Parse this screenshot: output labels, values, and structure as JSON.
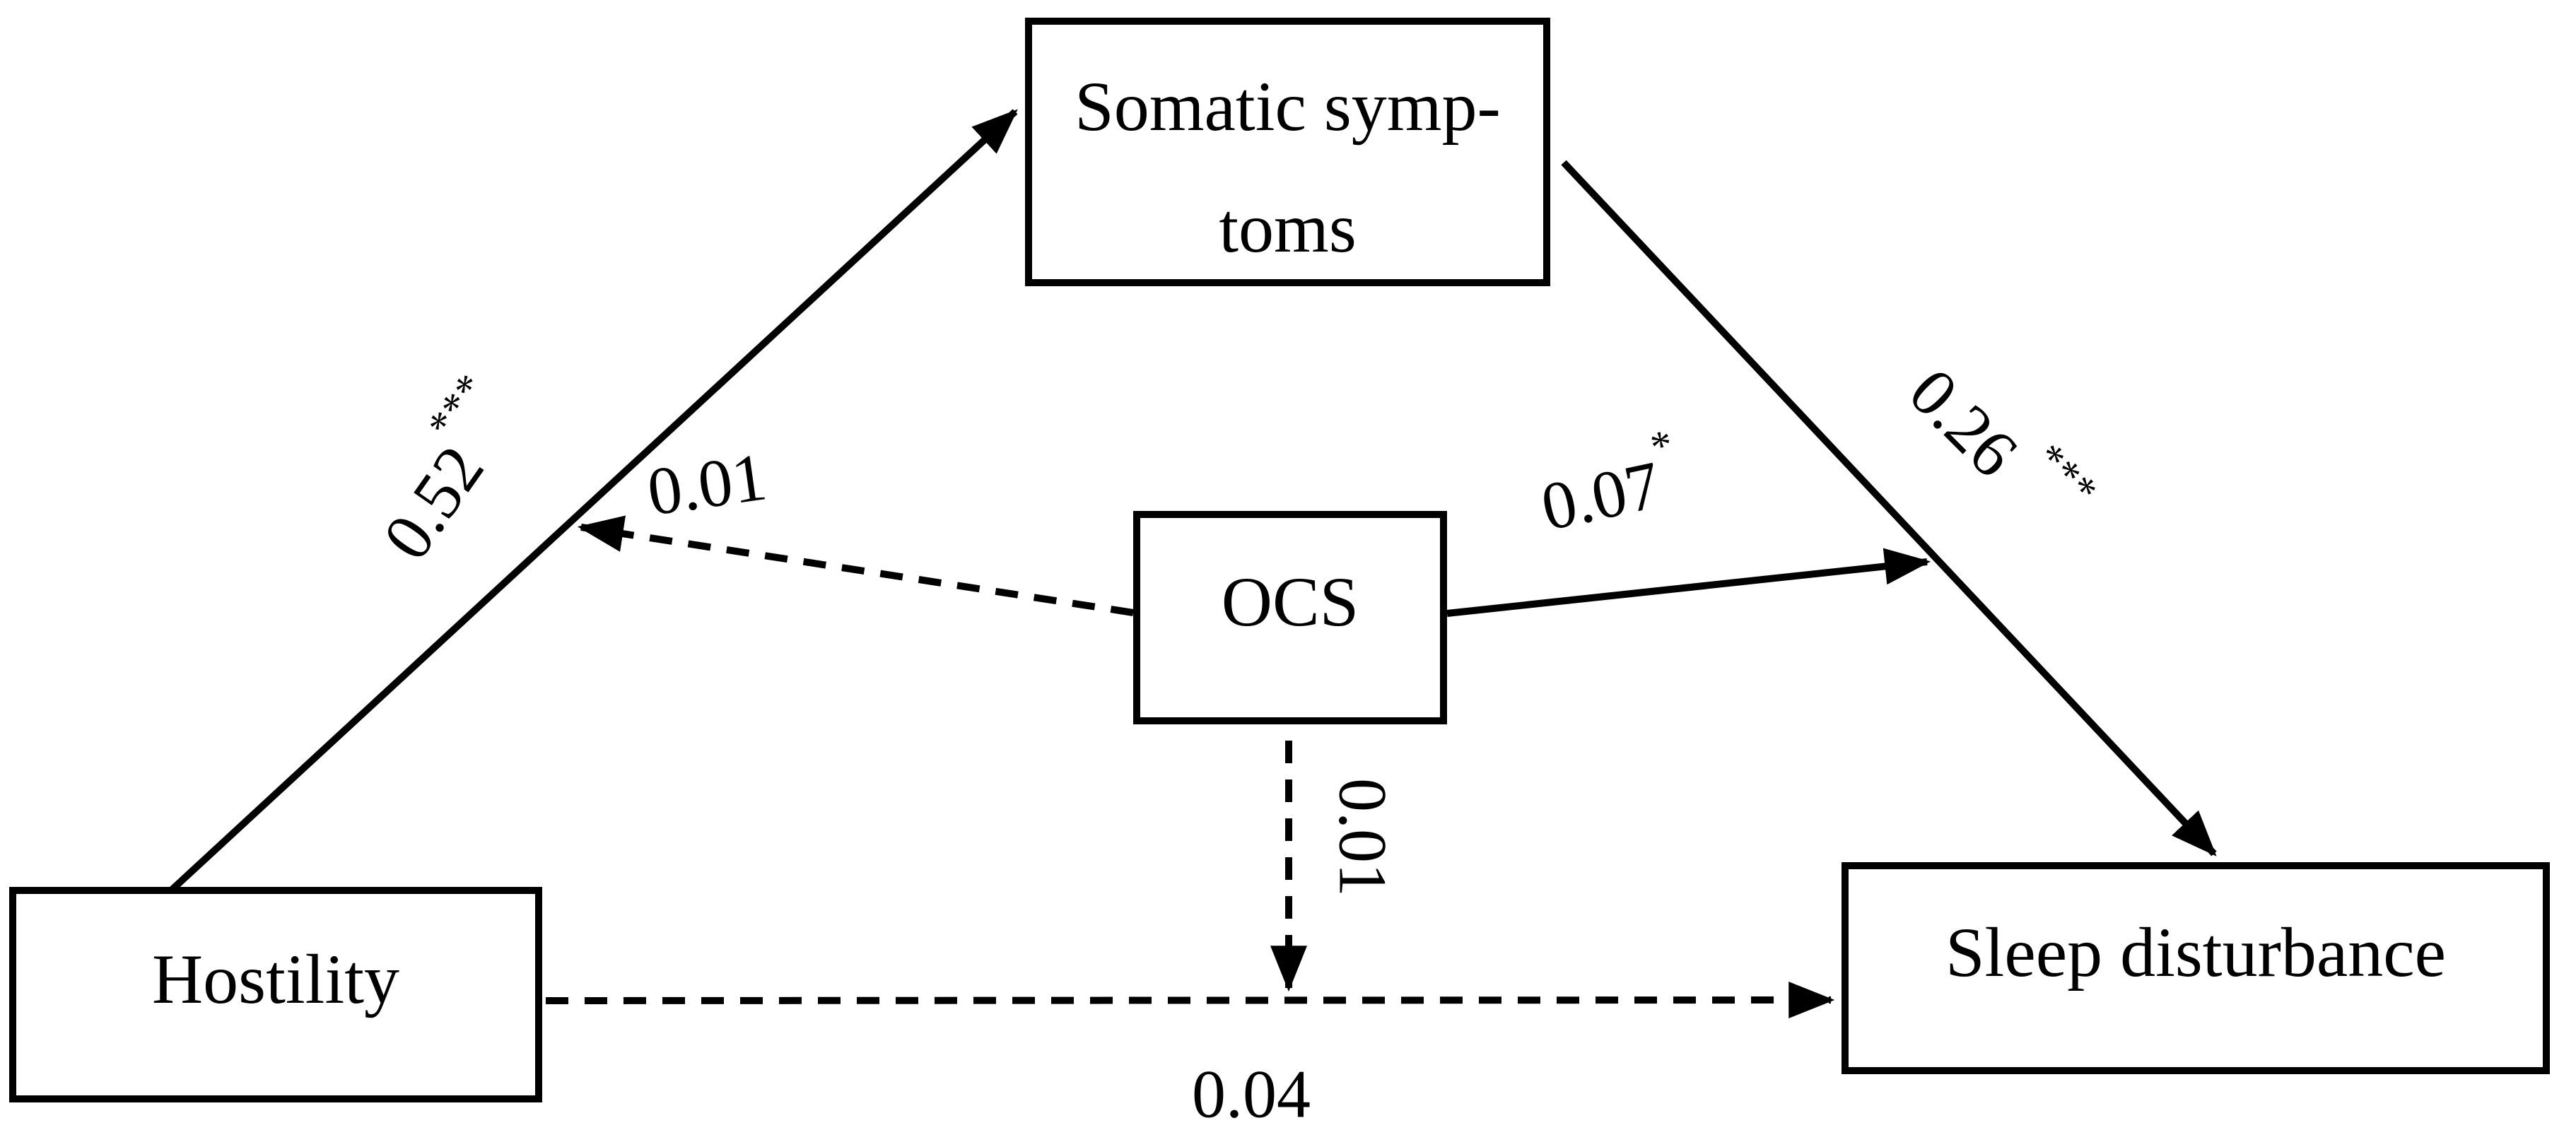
{
  "diagram": {
    "type": "path-model",
    "colors": {
      "line": "#000000",
      "background": "#ffffff",
      "box_fill": "#ffffff",
      "text": "#000000"
    },
    "boxes": {
      "somatic": {
        "label_line1": "Somatic symp-",
        "label_line2": "toms"
      },
      "ocs": {
        "label": "OCS"
      },
      "hostility": {
        "label": "Hostility"
      },
      "sleep": {
        "label": "Sleep disturbance"
      }
    },
    "paths": [
      {
        "id": "hostility-to-somatic",
        "value": "0.52",
        "sig": "***",
        "line_style": "solid"
      },
      {
        "id": "somatic-to-sleep",
        "value": "0.26",
        "sig": "***",
        "line_style": "solid"
      },
      {
        "id": "ocs-to-path-a",
        "value": "0.01",
        "sig": "",
        "line_style": "dashed"
      },
      {
        "id": "ocs-to-path-b",
        "value": "0.07",
        "sig": "*",
        "line_style": "solid"
      },
      {
        "id": "ocs-to-path-c",
        "value": "0.01",
        "sig": "",
        "line_style": "dashed"
      },
      {
        "id": "hostility-to-sleep",
        "value": "0.04",
        "sig": "",
        "line_style": "dashed"
      }
    ]
  }
}
